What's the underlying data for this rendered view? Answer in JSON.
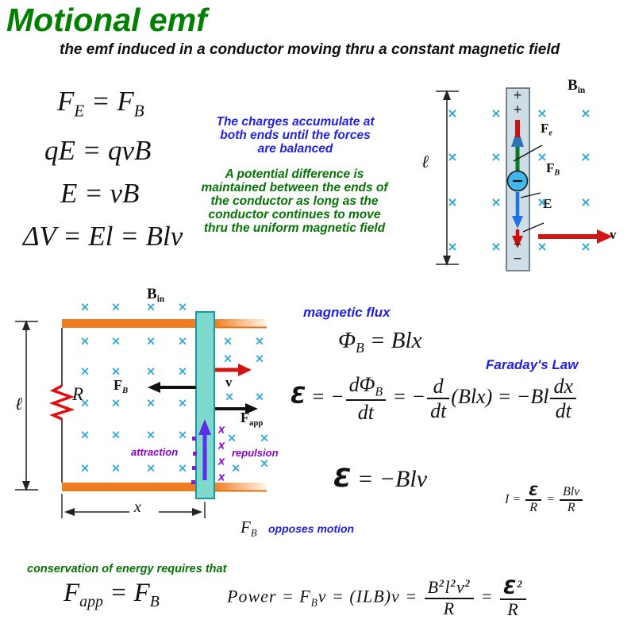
{
  "page": {
    "title": "Motional emf",
    "subtitle": "the emf induced in a conductor moving thru a constant magnetic field"
  },
  "notes": {
    "charges": "The charges accumulate at\nboth ends until the forces\nare balanced",
    "potential": "A potential difference is\nmaintained between the ends of\nthe conductor as long as the\nconductor continues to move\nthru the uniform magnetic field",
    "magnetic_flux": "magnetic flux",
    "faradays_law": "Faraday's Law",
    "attraction": "attraction",
    "repulsion": "repulsion",
    "opposes_motion": "opposes motion",
    "conservation": "conservation of energy requires that"
  },
  "symbols": {
    "field_marker": "×",
    "purple_marker": "x",
    "plus": "+",
    "minus": "−",
    "emf_script": "Ɛ"
  },
  "equations": {
    "force_balance": [
      {
        "t": "F"
      },
      {
        "sub": "E"
      },
      {
        "t": " = F"
      },
      {
        "sub": "B"
      }
    ],
    "qe_qvb": [
      {
        "t": "qE = qvB"
      }
    ],
    "e_vb": [
      {
        "t": "E = vB"
      }
    ],
    "delta_v": [
      {
        "t": "ΔV = El = Blv"
      }
    ],
    "flux": [
      {
        "t": "Φ"
      },
      {
        "sub": "B"
      },
      {
        "t": " = Blx"
      }
    ],
    "faraday": [
      {
        "s": "Ɛ"
      },
      {
        "t": " = −"
      },
      {
        "frac": {
          "n": [
            {
              "t": "dΦ"
            },
            {
              "sub": "B"
            }
          ],
          "d": [
            {
              "t": "dt"
            }
          ]
        }
      },
      {
        "t": " = −"
      },
      {
        "frac": {
          "n": [
            {
              "t": "d"
            }
          ],
          "d": [
            {
              "t": "dt"
            }
          ]
        }
      },
      {
        "t": "(Blx) = −Bl"
      },
      {
        "frac": {
          "n": [
            {
              "t": "dx"
            }
          ],
          "d": [
            {
              "t": "dt"
            }
          ]
        }
      }
    ],
    "emf": [
      {
        "s": "Ɛ"
      },
      {
        "t": " = −Blv"
      }
    ],
    "current": [
      {
        "t": "I = "
      },
      {
        "frac": {
          "n": [
            {
              "s": "Ɛ"
            }
          ],
          "d": [
            {
              "t": "R"
            }
          ]
        }
      },
      {
        "t": " = "
      },
      {
        "frac": {
          "n": [
            {
              "t": "Blv"
            }
          ],
          "d": [
            {
              "t": "R"
            }
          ]
        }
      }
    ],
    "fapp_fb": [
      {
        "t": "F"
      },
      {
        "sub": "app"
      },
      {
        "t": " = F"
      },
      {
        "sub": "B"
      }
    ],
    "power": [
      {
        "t": "Power = F"
      },
      {
        "sub": "B"
      },
      {
        "t": "v = (ILB)v = "
      },
      {
        "frac": {
          "n": [
            {
              "t": "B"
            },
            {
              "sup": "2"
            },
            {
              "t": "l"
            },
            {
              "sup": "2"
            },
            {
              "t": "v"
            },
            {
              "sup": "2"
            }
          ],
          "d": [
            {
              "t": "R"
            }
          ]
        }
      },
      {
        "t": " = "
      },
      {
        "frac": {
          "n": [
            {
              "s": "Ɛ"
            },
            {
              "sup": "2"
            }
          ],
          "d": [
            {
              "t": "R"
            }
          ]
        }
      }
    ]
  },
  "labels": {
    "b_in": [
      {
        "b": "B"
      },
      {
        "rsub": "in"
      }
    ],
    "f_e": [
      {
        "b": "F"
      },
      {
        "sub": "e"
      }
    ],
    "f_b": [
      {
        "b": "F"
      },
      {
        "sub": "B"
      }
    ],
    "e_field": [
      {
        "b": "E"
      }
    ],
    "v": [
      {
        "b": "v"
      }
    ],
    "ell": [
      {
        "t": "ℓ"
      }
    ],
    "r": [
      {
        "t": "R"
      }
    ],
    "x": [
      {
        "t": "x"
      }
    ],
    "fapp": [
      {
        "b": "F"
      },
      {
        "rsub": "app"
      }
    ],
    "fb_italic": [
      {
        "t": "F"
      },
      {
        "sub": "B"
      }
    ]
  },
  "colors": {
    "title_green": "#008000",
    "note_blue": "#1f1fe8",
    "note_green": "#067306",
    "purple_text": "#8a00cc",
    "field_marker_cyan": "#2ba6d6",
    "rail_orange": "#ee7d22",
    "bar_teal": "#7ed8cb",
    "rod_fill": "#cfdde6",
    "arrow_red": "#d21414",
    "arrow_green": "#067a2a",
    "arrow_blue": "#1b74e0",
    "arrow_violet": "#5a2fe8",
    "resistor_red": "#e01010",
    "charge_fill": "#41b7ea"
  }
}
